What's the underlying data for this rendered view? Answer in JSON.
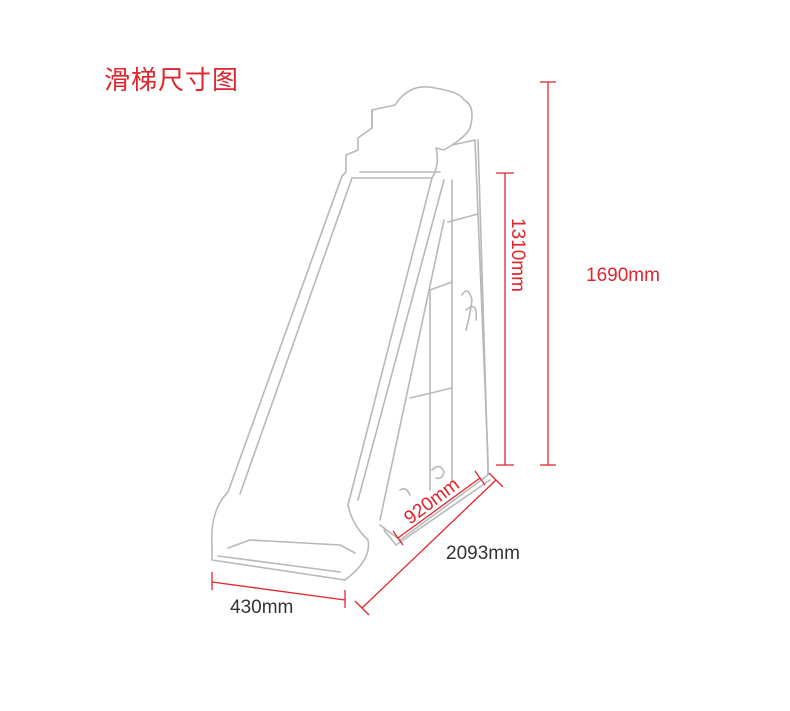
{
  "title": "滑梯尺寸图",
  "accent_color": "#e0252b",
  "outline_color": "#b8b8b8",
  "dimensions": {
    "total_height": "1690mm",
    "cabinet_height": "1310mm",
    "depth": "920mm",
    "total_length": "2093mm",
    "slide_width": "430mm"
  }
}
